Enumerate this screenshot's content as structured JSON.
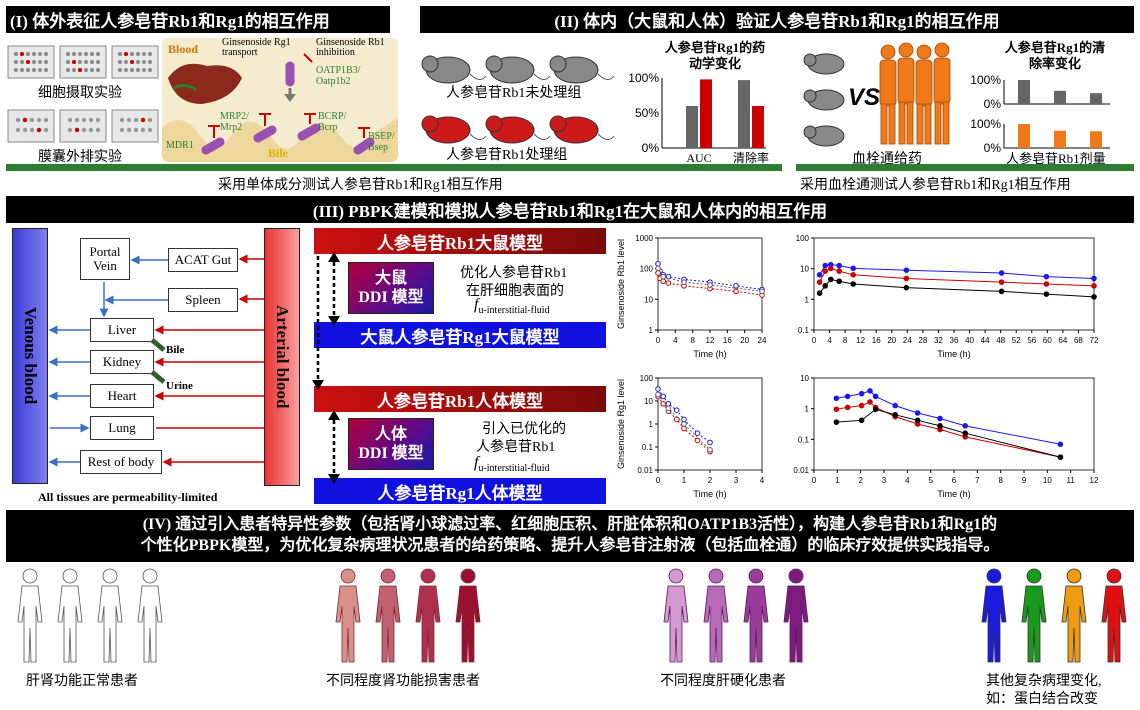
{
  "panel1": {
    "title": "(I) 体外表征人参皂苷Rb1和Rg1的相互作用",
    "uptake_label": "细胞摄取实验",
    "efflux_label": "膜囊外排实验",
    "blood_label": "Blood",
    "bile_label": "Bile",
    "rg1_transport": "Ginsenoside Rg1 transport",
    "rb1_inhibition": "Ginsenoside Rb1 inhibition",
    "oatp": "OATP1B3/ Oatp1b2",
    "mdr1": "MDR1",
    "mrp2": "MRP2/ Mrp2",
    "bcrp": "BCRP/ Bcrp",
    "bsep": "BSEP/ Bsep",
    "footer": "采用单体成分测试人参皂苷Rb1和Rg1相互作用"
  },
  "panel2": {
    "title": "(II) 体内（大鼠和人体）验证人参皂苷Rb1和Rg1的相互作用",
    "untreated_label": "人参皂苷Rb1未处理组",
    "treated_label": "人参皂苷Rb1处理组",
    "pk_title": "人参皂苷Rg1的药动学变化",
    "clear_title": "人参皂苷Rg1的清除率变化",
    "vs": "VS",
    "xueshuantong": "血栓通给药",
    "dose_label": "人参皂苷Rb1剂量",
    "footer": "采用血栓通测试人参皂苷Rb1和Rg1相互作用",
    "bars": [
      {
        "cat": "AUC",
        "untreated": 60,
        "treated": 98
      },
      {
        "cat": "清除率",
        "untreated": 97,
        "treated": 60
      }
    ],
    "bar_ticks": [
      "100%",
      "50%",
      "0%"
    ],
    "clear_ticks": [
      "100%",
      "0%"
    ],
    "clear_gray": [
      100,
      55,
      45
    ],
    "clear_orange": [
      100,
      72,
      70
    ]
  },
  "panel3": {
    "title": "(III) PBPK建模和模拟人参皂苷Rb1和Rg1在大鼠和人体内的相互作用",
    "venous": "Venous blood",
    "arterial": "Arterial blood",
    "portal": "Portal Vein",
    "gut": "ACAT Gut",
    "spleen": "Spleen",
    "liver": "Liver",
    "kidney": "Kidney",
    "heart": "Heart",
    "lung": "Lung",
    "rest": "Rest of body",
    "bile": "Bile",
    "urine": "Urine",
    "perm": "All tissues are permeability-limited",
    "rb1_rat": "人参皂苷Rb1大鼠模型",
    "rg1_rat": "大鼠人参皂苷Rg1大鼠模型",
    "rb1_human": "人参皂苷Rb1人体模型",
    "rg1_human": "人参皂苷Rg1人体模型",
    "ddi_rat_1": "大鼠",
    "ddi_rat_2": "DDI 模型",
    "ddi_human_1": "人体",
    "ddi_human_2": "DDI 模型",
    "opt1": "优化人参皂苷Rb1",
    "opt2": "在肝细胞表面的",
    "opt3": "u-interstitial-fluid",
    "intro1": "引入已优化的",
    "intro2": "人参皂苷Rb1",
    "intro3": "u-interstitial-fluid",
    "f_symbol": "f",
    "rb1_axis": "Ginsenoside Rb1 level",
    "rg1_axis": "Ginsenoside Rg1 level",
    "time_label": "Time (h)",
    "rat_rb1_xticks": [
      "0",
      "4",
      "8",
      "12",
      "16",
      "20",
      "24"
    ],
    "hum_rb1_xticks": [
      "0",
      "4",
      "8",
      "12",
      "16",
      "20",
      "24",
      "28",
      "32",
      "36",
      "40",
      "44",
      "48",
      "52",
      "56",
      "60",
      "64",
      "68",
      "72"
    ],
    "rat_rg1_xticks": [
      "0",
      "1",
      "2",
      "3",
      "4"
    ],
    "hum_rg1_xticks": [
      "0",
      "1",
      "2",
      "3",
      "4",
      "5",
      "6",
      "7",
      "8",
      "9",
      "10",
      "11",
      "12"
    ],
    "rb1_yticks": [
      "1000",
      "100",
      "10",
      "1"
    ],
    "hum_rb1_yticks": [
      "100",
      "10",
      "1",
      "0.1"
    ],
    "rat_rg1_yticks": [
      "100",
      "10",
      "1",
      "0.1",
      "0.01"
    ],
    "hum_rg1_yticks": [
      "10",
      "1",
      "0.1",
      "0.01"
    ]
  },
  "panel4": {
    "line1": "(IV) 通过引入患者特异性参数（包括肾小球滤过率、红细胞压积、肝脏体积和OATP1B3活性），构建人参皂苷Rb1和Rg1的",
    "line2": "个性化PBPK模型，为优化复杂病理状况患者的给药策略、提升人参皂苷注射液（包括血栓通）的临床疗效提供实践指导。",
    "normal": "肝肾功能正常患者",
    "renal": "不同程度肾功能损害患者",
    "cirrhosis": "不同程度肝硬化患者",
    "other1": "其他复杂病理变化,",
    "other2": "如：蛋白结合改变"
  },
  "colors": {
    "red": "#cc0000",
    "blue": "#1a1af0",
    "green": "#2e7d32",
    "gray": "#666666",
    "orange": "#f07a1a"
  }
}
